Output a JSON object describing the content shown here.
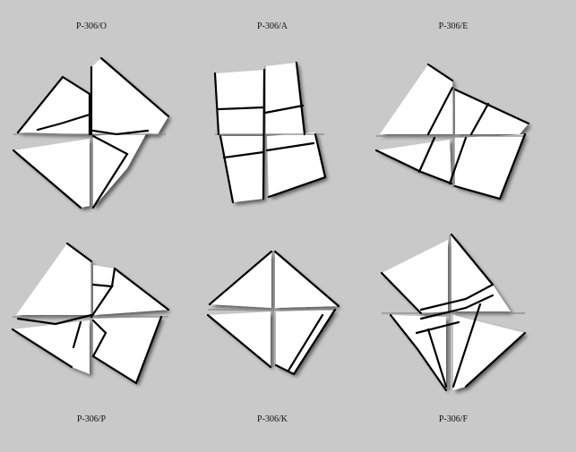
{
  "figures": [
    {
      "label": "P-306/O"
    },
    {
      "label": "P-306/A"
    },
    {
      "label": "P-306/E"
    },
    {
      "label": "P-306/P"
    },
    {
      "label": "P-306/K"
    },
    {
      "label": "P-306/F"
    }
  ]
}
